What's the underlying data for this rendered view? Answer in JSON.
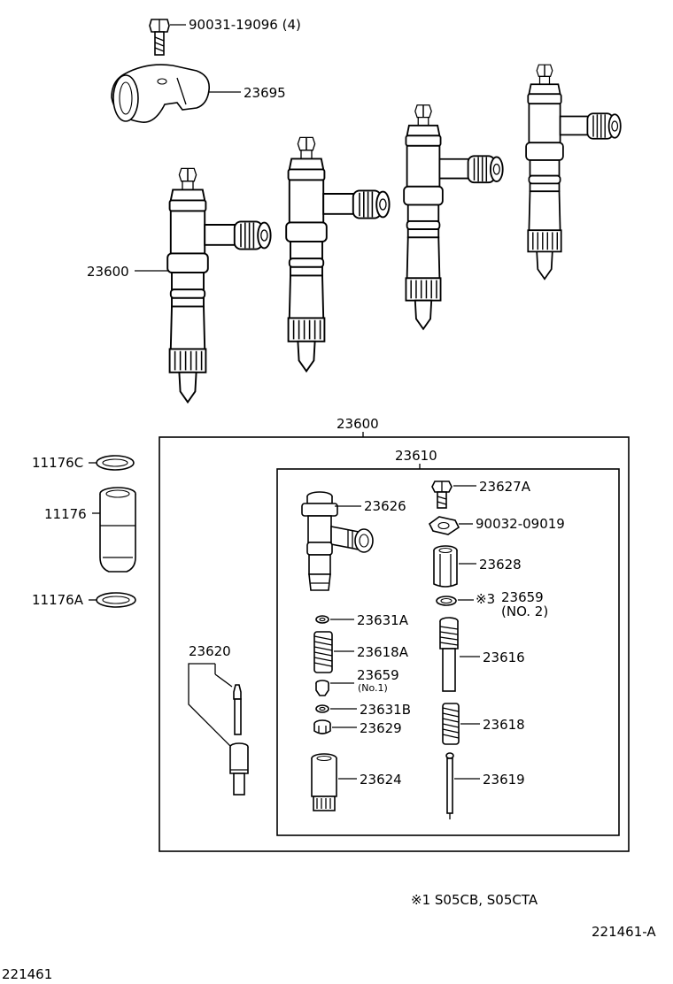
{
  "diagram": {
    "labels": {
      "bolt_90031": "90031-19096 (4)",
      "clamp_23695": "23695",
      "injector_23600_top": "23600",
      "assembly_23600": "23600",
      "holder_23610": "23610",
      "gasket_11176c": "11176C",
      "sleeve_11176": "11176",
      "gasket_11176a": "11176A",
      "nozzle_23620": "23620",
      "body_23626": "23626",
      "washer_23631a": "23631A",
      "spring_23618a": "23618A",
      "shim_23659_no1": "23659",
      "shim_23659_no1_note": "(No.1)",
      "washer_23631b": "23631B",
      "seat_23629": "23629",
      "nut_23624": "23624",
      "bolt_23627a": "23627A",
      "washer_90032": "90032-09019",
      "nut_23628": "23628",
      "shim_23659_no2_mark": "※3",
      "shim_23659_no2": "23659",
      "shim_23659_no2_note": "(NO. 2)",
      "pin_23616": "23616",
      "spring_23618": "23618",
      "rod_23619": "23619"
    },
    "footnote": "※1 S05CB, S05CTA",
    "figure_id": "221461-A",
    "page_code": "221461"
  }
}
